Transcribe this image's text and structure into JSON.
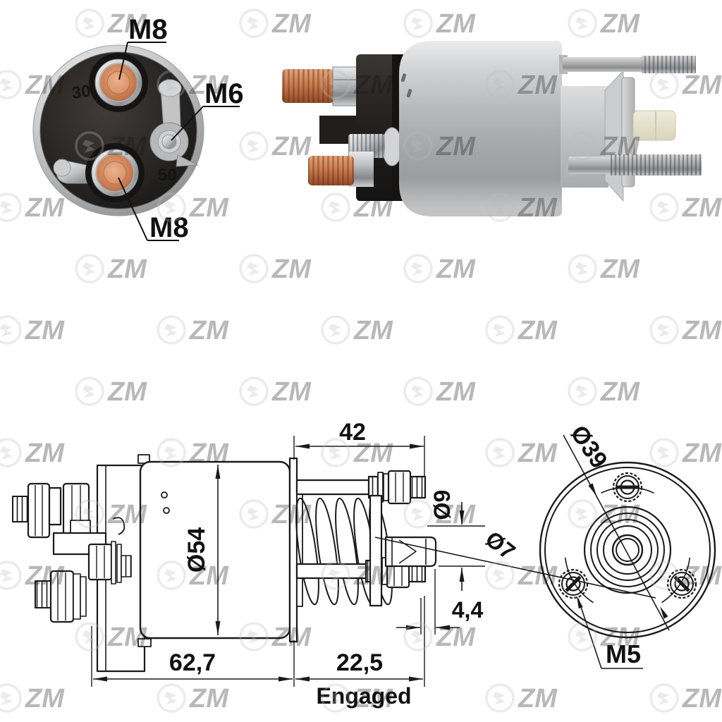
{
  "product": {
    "type": "starter-solenoid-technical-sheet"
  },
  "watermark": {
    "brand": "ZM",
    "color": "#bbbbbb"
  },
  "cap_photo": {
    "terminal_top": "M8",
    "terminal_m6": "M6",
    "terminal_bottom": "M8",
    "marking_top": "30",
    "marking_bottom": "50"
  },
  "side_drawing": {
    "stud_length": "42",
    "body_diameter": "Ø54",
    "plunger_od": "Ø9",
    "pin_od": "Ø7",
    "pin_offset": "4,4",
    "body_length": "62,7",
    "travel": "22,5",
    "state": "Engaged"
  },
  "front_drawing": {
    "bolt_circle": "Ø39",
    "mount_thread": "M5"
  },
  "colors": {
    "line": "#1a1a1a",
    "copper": "#c97c50",
    "steel": "#b6b8ba",
    "cap_black": "#252220",
    "plunger_cream": "#e9e5d2",
    "watermark": "#bbbbbb",
    "background": "#ffffff"
  }
}
